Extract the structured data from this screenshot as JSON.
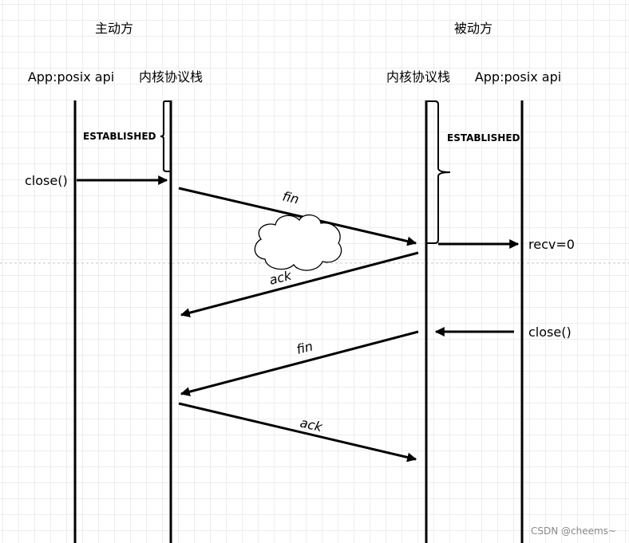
{
  "roles": {
    "active": "主动方",
    "passive": "被动方"
  },
  "lanes": {
    "active_app": "App:posix api",
    "active_stack": "内核协议栈",
    "passive_stack": "内核协议栈",
    "passive_app": "App:posix api"
  },
  "states": {
    "active_established": "ESTABLISHED",
    "passive_established": "ESTABLISHED"
  },
  "calls": {
    "active_close": "close()",
    "passive_recv": "recv=0",
    "passive_close": "close()"
  },
  "messages": {
    "fin_1": "fin",
    "ack_1": "ack",
    "fin_2": "fin",
    "ack_2": "ack"
  },
  "watermark": "CSDN @cheems~",
  "colors": {
    "line": "#000000",
    "cloud_fill": "#ffffff",
    "grid": "#ededed"
  }
}
